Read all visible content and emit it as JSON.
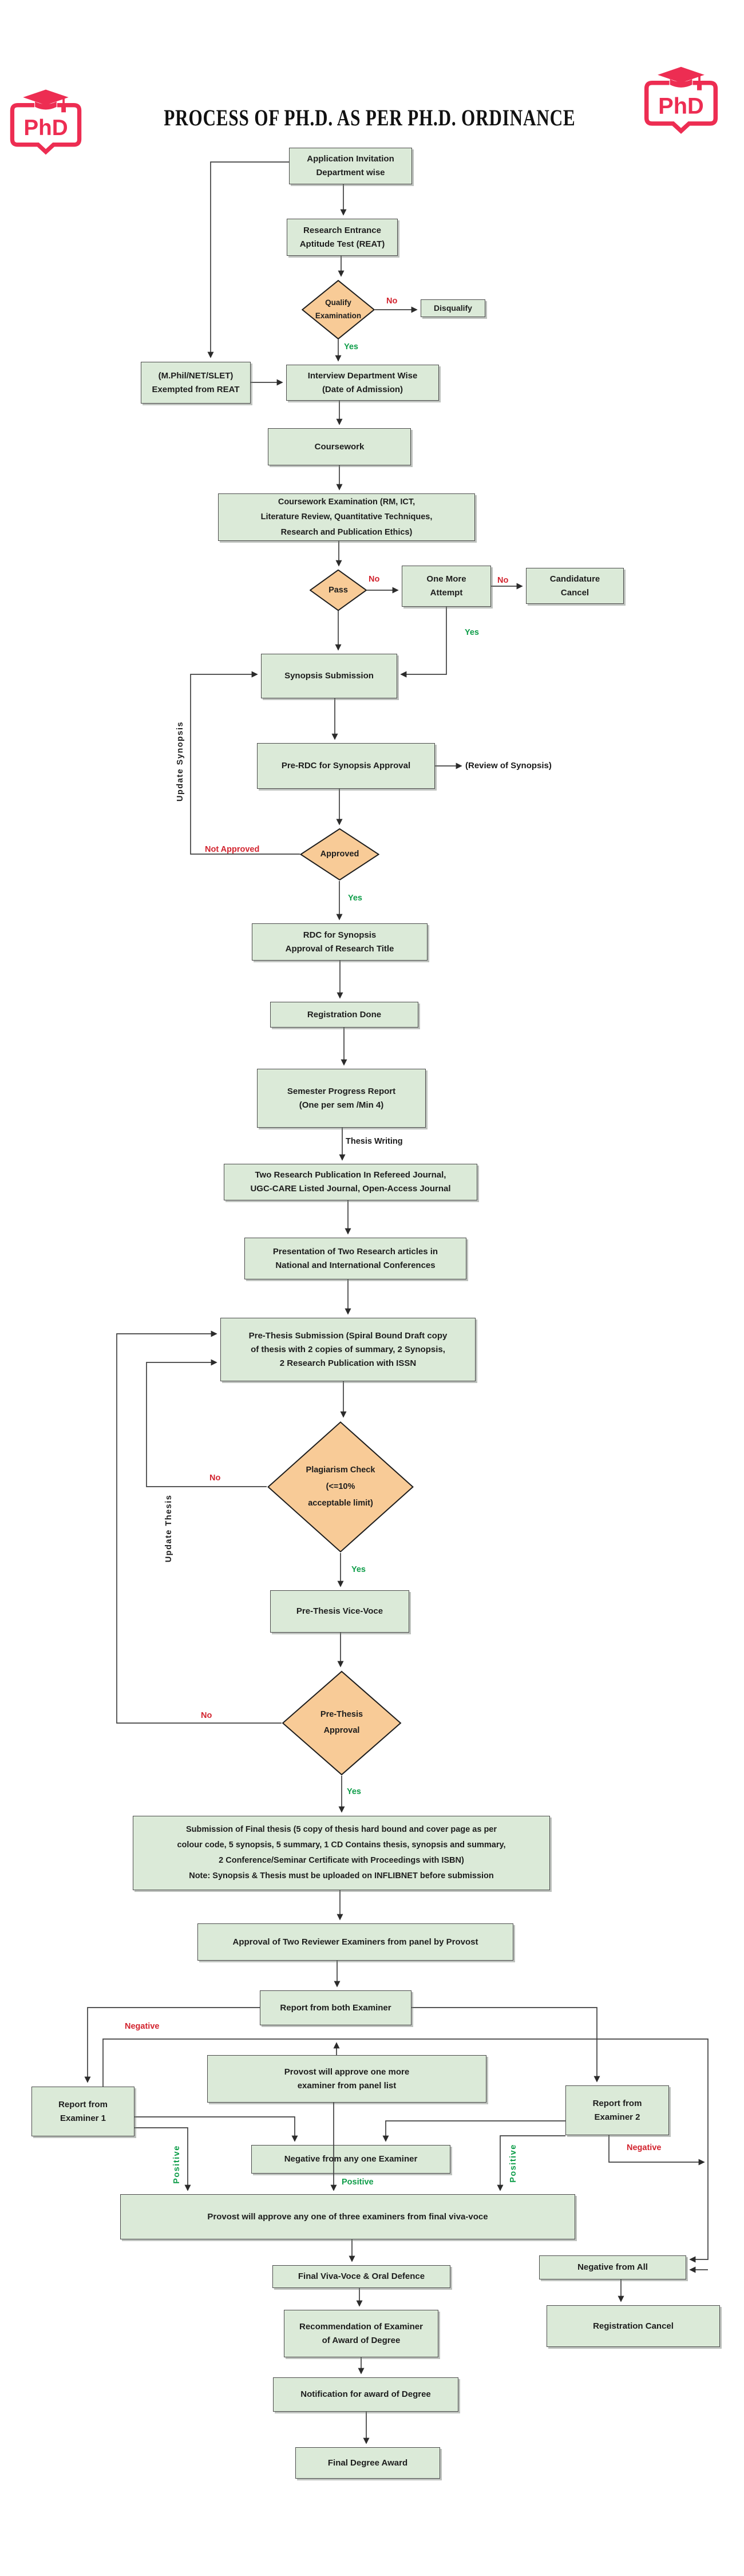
{
  "title": "PROCESS OF PH.D. AS PER PH.D. ORDINANCE",
  "logo": {
    "text": "PhD"
  },
  "colors": {
    "node_fill": "#DBEAD8",
    "diamond_fill": "#F8CB97",
    "edge": "#3f3f3f",
    "negative": "#D2232E",
    "positive": "#0E9D49",
    "logo_red": "#ED2D52"
  },
  "nodes": {
    "app_invitation": {
      "label": "Application Invitation\nDepartment wise"
    },
    "reat": {
      "label": "Research Entrance\nAptitude Test (REAT)"
    },
    "qualify": {
      "label": "Qualify\nExamination"
    },
    "disqualify": {
      "label": "Disqualify"
    },
    "mphil": {
      "label": "(M.Phil/NET/SLET)\nExempted from REAT"
    },
    "interview": {
      "label": "Interview Department Wise\n(Date of Admission)"
    },
    "coursework": {
      "label": "Coursework"
    },
    "cw_exam": {
      "label": "Coursework Examination (RM, ICT,\nLiterature Review, Quantitative Techniques,\nResearch and Publication Ethics)"
    },
    "pass": {
      "label": "Pass"
    },
    "one_more": {
      "label": "One More\nAttempt"
    },
    "cand_cancel": {
      "label": "Candidature\nCancel"
    },
    "synopsis_sub": {
      "label": "Synopsis Submission"
    },
    "pre_rdc": {
      "label": "Pre-RDC for Synopsis Approval"
    },
    "review_synopsis": {
      "label": "(Review of Synopsis)"
    },
    "approved": {
      "label": "Approved"
    },
    "rdc": {
      "label": "RDC for Synopsis\nApproval of Research Title"
    },
    "reg_done": {
      "label": "Registration Done"
    },
    "semester": {
      "label": "Semester Progress Report\n(One per sem /Min 4)"
    },
    "two_pub": {
      "label": "Two Research Publication In Refereed Journal,\nUGC-CARE Listed Journal, Open-Access Journal"
    },
    "presentation": {
      "label": "Presentation of Two Research articles in\nNational and International Conferences"
    },
    "pre_thesis_sub": {
      "label": "Pre-Thesis Submission (Spiral Bound Draft copy\nof thesis with 2 copies of summary, 2 Synopsis,\n2 Research Publication with ISSN"
    },
    "plagiarism": {
      "label": "Plagiarism Check\n(<=10%\nacceptable limit)"
    },
    "vice_voce": {
      "label": "Pre-Thesis Vice-Voce"
    },
    "pre_thesis_approval": {
      "label": "Pre-Thesis\nApproval"
    },
    "final_submission": {
      "label": "Submission of Final thesis (5 copy of thesis hard bound and cover page as per\ncolour code, 5 synopsis, 5 summary, 1 CD Contains thesis, synopsis and summary,\n2 Conference/Seminar Certificate with Proceedings with ISBN)\nNote: Synopsis & Thesis must be uploaded on INFLIBNET before submission"
    },
    "approval_two": {
      "label": "Approval of Two Reviewer Examiners from panel by Provost"
    },
    "report_both": {
      "label": "Report from both Examiner"
    },
    "examiner1": {
      "label": "Report from\nExaminer 1"
    },
    "examiner2": {
      "label": "Report from\nExaminer 2"
    },
    "provost_one_more": {
      "label": "Provost will approve one more\nexaminer from panel list"
    },
    "neg_any_one": {
      "label": "Negative from any one Examiner"
    },
    "provost_three": {
      "label": "Provost will approve any one of three examiners from final viva-voce"
    },
    "final_viva": {
      "label": "Final Viva-Voce & Oral Defence"
    },
    "neg_all": {
      "label": "Negative from All"
    },
    "reg_cancel": {
      "label": "Registration Cancel"
    },
    "recommendation": {
      "label": "Recommendation of Examiner\nof Award of Degree"
    },
    "notification": {
      "label": "Notification for award of Degree"
    },
    "final_award": {
      "label": "Final Degree Award"
    }
  },
  "labels": {
    "no_qualify": "No",
    "yes_qualify": "Yes",
    "no_pass": "No",
    "no_one_more": "No",
    "yes_one_more": "Yes",
    "update_synopsis": "Update Synopsis",
    "not_approved": "Not Approved",
    "yes_approved": "Yes",
    "thesis_writing": "Thesis  Writing",
    "no_plagiarism": "No",
    "yes_plagiarism": "Yes",
    "update_thesis": "Update Thesis",
    "no_pre_thesis": "No",
    "yes_pre_thesis": "Yes",
    "negative_left": "Negative",
    "negative_exam2": "Negative",
    "positive_left": "Positive",
    "positive_center": "Positive",
    "positive_right": "Positive"
  }
}
